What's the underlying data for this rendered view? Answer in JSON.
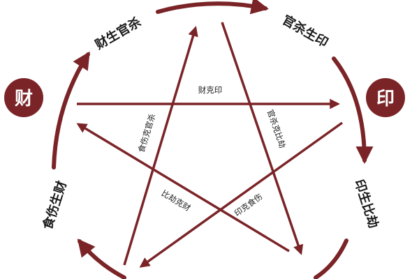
{
  "colors": {
    "primary": "#7b2428",
    "text": "#1a1a1a",
    "background": "#ffffff",
    "node_text": "#ffffff"
  },
  "nodes": {
    "wealth": "财",
    "seal": "印"
  },
  "cycle_labels": {
    "wealth_generates_officer": "财生官杀",
    "officer_generates_seal": "官杀生印",
    "seal_generates_peer": "印生比劫",
    "output_generates_wealth": "食伤生财"
  },
  "control_labels": {
    "wealth_controls_seal": "财克印",
    "officer_controls_peer": "官杀克比劫",
    "output_controls_officer": "食伤克官杀",
    "peer_controls_wealth": "比劫克财",
    "seal_controls_output": "印克食伤"
  }
}
